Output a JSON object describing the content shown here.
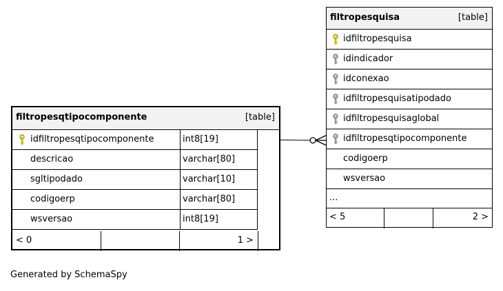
{
  "left_table": {
    "name": "filtropesqtipocomponente",
    "kind": "[table]",
    "rows": [
      {
        "name": "idfiltropesqtipocomponente",
        "type": "int8[19]",
        "key": "primary"
      },
      {
        "name": "descricao",
        "type": "varchar[80]",
        "key": "none"
      },
      {
        "name": "sgltipodado",
        "type": "varchar[10]",
        "key": "none"
      },
      {
        "name": "codigoerp",
        "type": "varchar[80]",
        "key": "none"
      },
      {
        "name": "wsversao",
        "type": "int8[19]",
        "key": "none"
      }
    ],
    "footer_left": "< 0",
    "footer_right": "1 >"
  },
  "right_table": {
    "name": "filtropesquisa",
    "kind": "[table]",
    "rows": [
      {
        "name": "idfiltropesquisa",
        "key": "primary"
      },
      {
        "name": "idindicador",
        "key": "foreign"
      },
      {
        "name": "idconexao",
        "key": "foreign"
      },
      {
        "name": "idfiltropesquisatipodado",
        "key": "foreign"
      },
      {
        "name": "idfiltropesquisaglobal",
        "key": "foreign"
      },
      {
        "name": "idfiltropesqtipocomponente",
        "key": "foreign"
      },
      {
        "name": "codigoerp",
        "key": "none"
      },
      {
        "name": "wsversao",
        "key": "none"
      }
    ],
    "ellipsis": "...",
    "footer_left": "< 5",
    "footer_right": "2 >"
  },
  "generated_by": "Generated by SchemaSpy",
  "colors": {
    "primary_key": "#e6d600",
    "foreign_key": "#a8a8a8",
    "header_bg": "#f2f2f2"
  }
}
